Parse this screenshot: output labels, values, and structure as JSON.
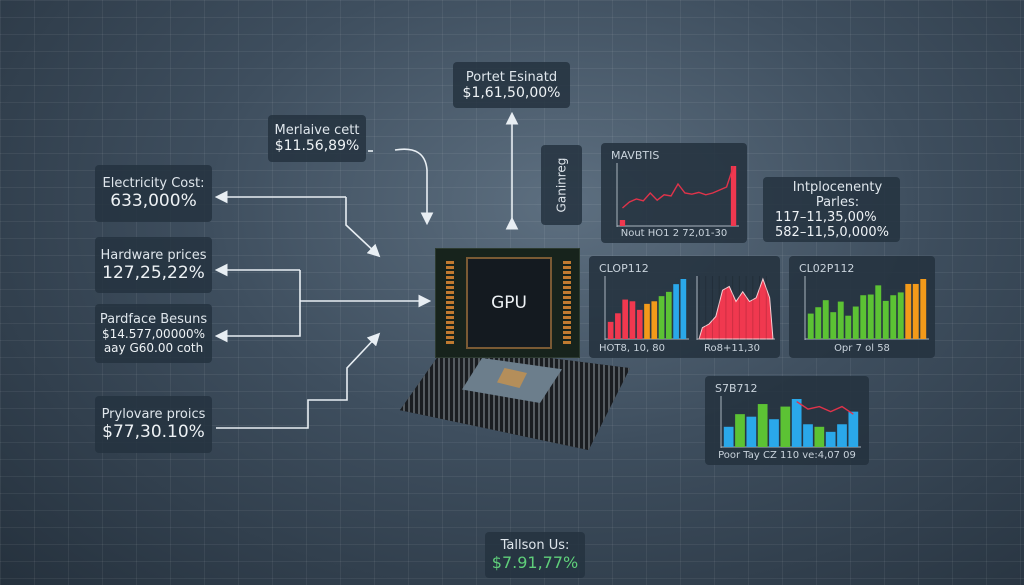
{
  "colors": {
    "background": "#3e4e5e",
    "panel": "#24323f",
    "red": "#f0384f",
    "orange": "#f39a1a",
    "green": "#5cc234",
    "blue": "#2aa8ea",
    "value_green": "#5fcf7a"
  },
  "gpu": {
    "label": "GPU"
  },
  "boxes": {
    "top": {
      "label": "Portet Esinatd",
      "value": "$1,61,50,00%"
    },
    "merlaive": {
      "label": "Merlaive cett",
      "value": "$11.56,89%"
    },
    "electricity": {
      "label": "Electricity Cost:",
      "value": "633,000%"
    },
    "hardware": {
      "label": "Hardware  prices",
      "value": "127,25,22%"
    },
    "pardface": {
      "label": "Pardface Besuns",
      "value": "$14.577,00000%",
      "value2": "aay G60.00 coth"
    },
    "prylovare": {
      "label": "Prylovare proics",
      "value": "$77,30.10%"
    },
    "intplocenenty": {
      "label": "Intplocenenty Parles:",
      "value": "117–11,35,00%",
      "value2": "582–11,5,0,000%"
    },
    "tallson": {
      "label": "Tallson Us:",
      "value": "$7.91,77%"
    },
    "vertical": {
      "label": "Ganinreg"
    }
  },
  "chart_data": [
    {
      "type": "bar",
      "title": "MAVBTIS",
      "footer": "Nout HO1 2 72,01-30",
      "colors": [
        "#f0384f"
      ],
      "values": [
        1,
        0,
        0,
        0,
        0,
        0,
        0,
        0,
        0,
        0,
        0,
        0,
        0,
        0,
        0,
        0,
        10
      ],
      "line": [
        3,
        4,
        4.5,
        4.2,
        5.5,
        4.3,
        5.2,
        5,
        7,
        5.5,
        5.3,
        5.6,
        5.2,
        5.5,
        6,
        6.5,
        10
      ]
    },
    {
      "type": "bar",
      "title": "CLOP112",
      "footer": "HOT8, 10, 80",
      "values": [
        2,
        3,
        4.6,
        4.4,
        3.4,
        4.1,
        4.4,
        5,
        5.5,
        6.4,
        7
      ],
      "colors": [
        "#f0384f",
        "#f0384f",
        "#f0384f",
        "#f0384f",
        "#f0384f",
        "#f39a1a",
        "#f39a1a",
        "#5cc234",
        "#5cc234",
        "#2aa8ea",
        "#2aa8ea"
      ]
    },
    {
      "type": "area",
      "footer": "Ro8+11,30",
      "values": [
        1.5,
        2,
        3,
        6.5,
        7,
        5,
        6.3,
        5,
        5.5,
        8,
        5.5
      ],
      "colors": [
        "#f0384f"
      ]
    },
    {
      "type": "bar",
      "title": "CL02P112",
      "footer": "Opr 7 ol 58",
      "values": [
        3.6,
        4.5,
        5.5,
        3.8,
        5.3,
        3.3,
        4.6,
        6.2,
        6.3,
        7.6,
        5.4,
        6.2,
        6.6,
        7.8,
        7.8,
        8.5
      ],
      "colors": [
        "#5cc234",
        "#5cc234",
        "#5cc234",
        "#5cc234",
        "#5cc234",
        "#5cc234",
        "#5cc234",
        "#5cc234",
        "#5cc234",
        "#5cc234",
        "#5cc234",
        "#5cc234",
        "#5cc234",
        "#f39a1a",
        "#f39a1a",
        "#f39a1a"
      ]
    },
    {
      "type": "bar",
      "title": "S7B712",
      "footer": "Poor Tay CZ 110 ve:4,07 09",
      "values": [
        4,
        6.5,
        6,
        8.5,
        5.5,
        8,
        9.5,
        4.5,
        4,
        3,
        4.5,
        7
      ],
      "colors": [
        "#2aa8ea",
        "#5cc234",
        "#2aa8ea",
        "#5cc234",
        "#2aa8ea",
        "#5cc234",
        "#2aa8ea",
        "#2aa8ea",
        "#5cc234",
        "#2aa8ea",
        "#2aa8ea",
        "#2aa8ea"
      ],
      "line": [
        null,
        null,
        null,
        null,
        null,
        null,
        9,
        7.5,
        8,
        7,
        8,
        6.5
      ]
    }
  ]
}
